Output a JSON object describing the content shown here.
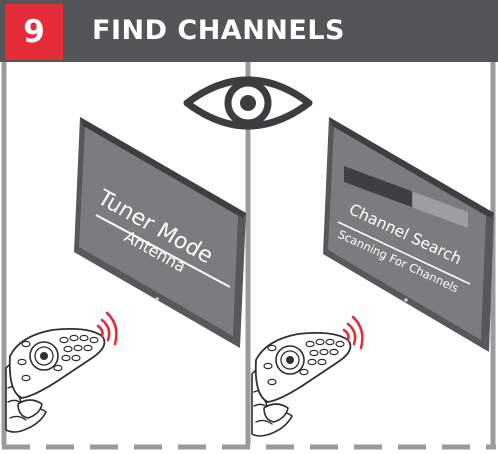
{
  "header": {
    "step_number": "9",
    "title": "FIND CHANNELS"
  },
  "panels": [
    {
      "tv_title": "Tuner Mode",
      "tv_subtitle": "Antenna"
    },
    {
      "tv_title": "Channel Search",
      "tv_subtitle": "Scanning For Channels",
      "progress": 0.55
    }
  ],
  "colors": {
    "accent": "#e52d3a",
    "header": "#555558",
    "frame": "#9b9b9d",
    "screen": "#7c7c7e",
    "bezel": "#58585a"
  }
}
